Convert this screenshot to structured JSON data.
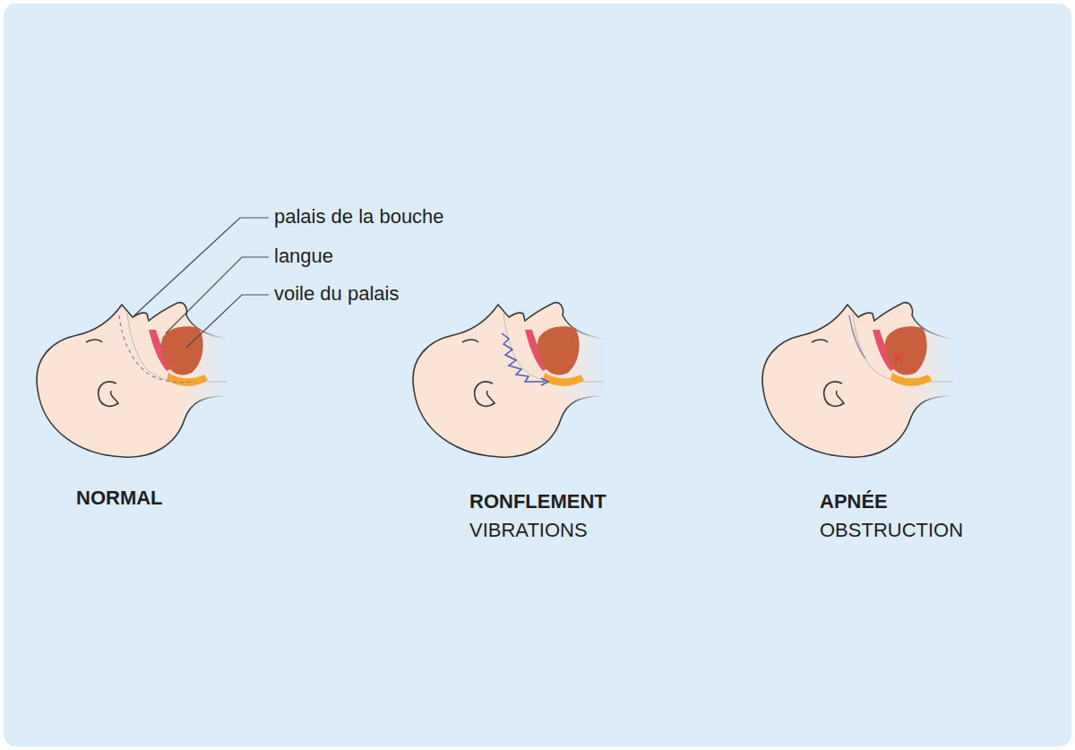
{
  "diagram": {
    "labels": [
      "palais de la bouche",
      "langue",
      "voile du palais",
      "NORMAL",
      "RONFLEMENT",
      "VIBRATIONS",
      "APNÉE",
      "OBSTRUCTION"
    ]
  }
}
